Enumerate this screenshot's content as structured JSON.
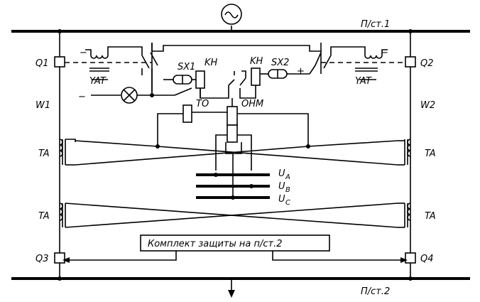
{
  "labels": {
    "bus1": "П/ст.1",
    "bus2": "П/ст.2",
    "q1": "Q1",
    "q2": "Q2",
    "q3": "Q3",
    "q4": "Q4",
    "w1": "W1",
    "w2": "W2",
    "sx1": "SX1",
    "sx2": "SX2",
    "kh_left": "KH",
    "kh_right": "KH",
    "yat_left": "YAT",
    "yat_right": "YAT",
    "to": "TO",
    "ohm": "ОНМ",
    "ta_tl": "TA",
    "ta_tr": "TA",
    "ta_bl": "TA",
    "ta_br": "TA",
    "ua": "U",
    "ua_sub": "A",
    "ub": "U",
    "ub_sub": "B",
    "uc": "U",
    "uc_sub": "C",
    "minus_left": "−",
    "minus_right": "−",
    "plus_right": "+",
    "minus_lamp": "−",
    "protection_box": "Комплект защиты на п/ст.2"
  }
}
